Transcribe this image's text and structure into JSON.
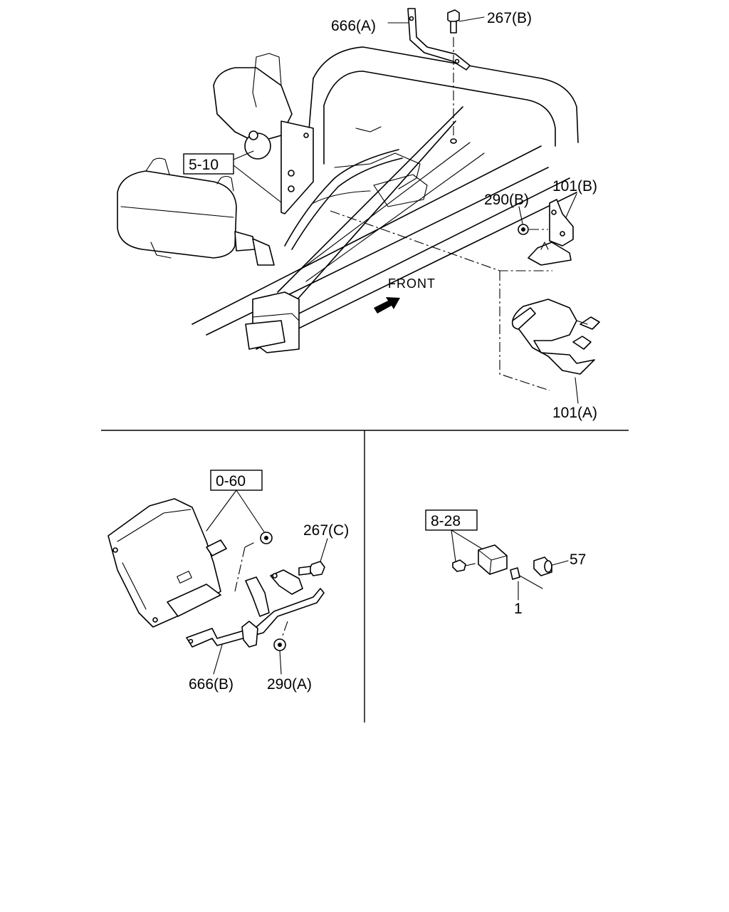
{
  "callouts": {
    "c666a": "666(A)",
    "c267b": "267(B)",
    "c510": "5-10",
    "c290b": "290(B)",
    "c101b": "101(B)",
    "c101a": "101(A)",
    "front": "FRONT",
    "c060": "0-60",
    "c267c": "267(C)",
    "c666b": "666(B)",
    "c290a": "290(A)",
    "c828": "8-28",
    "c57": "57",
    "c1": "1"
  }
}
